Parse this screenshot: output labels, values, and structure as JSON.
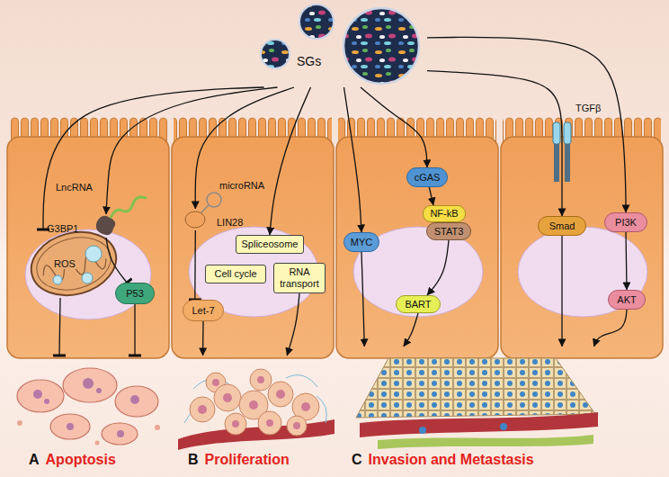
{
  "diagram": {
    "nodes": [
      {
        "text": [
          "SGs"
        ]
      },
      {
        "text": [
          "ROS"
        ]
      },
      {
        "text": [
          "G3BP1"
        ]
      },
      {
        "text": [
          "P53"
        ]
      },
      {
        "text": [
          "LIN28"
        ]
      },
      {
        "text": [
          "Let-7"
        ]
      },
      {
        "text": [
          "Spliceosome"
        ]
      },
      {
        "text": [
          "Cell cycle"
        ]
      },
      {
        "text": [
          "RNA transport"
        ]
      },
      {
        "text": [
          "MYC"
        ]
      },
      {
        "text": [
          "cGAS"
        ]
      },
      {
        "text": [
          "NF-kB"
        ]
      },
      {
        "text": [
          "STAT3"
        ]
      },
      {
        "text": [
          "BART"
        ]
      },
      {
        "text": [
          "Smad"
        ]
      },
      {
        "text": [
          "PI3K"
        ]
      },
      {
        "text": [
          "AKT"
        ]
      },
      {
        "text": [
          "A",
          "Apoptosis"
        ]
      },
      {
        "text": [
          "B",
          "Proliferation"
        ]
      },
      {
        "text": [
          "C",
          "Invasion and Metastasis"
        ]
      }
    ],
    "edges": [
      {
        "from": 0,
        "to": 1,
        "arrow": "to"
      },
      {
        "from": 0,
        "to": 2,
        "arrow": "to"
      },
      {
        "from": 2,
        "to": 3,
        "arrow": "to"
      },
      {
        "from": 1,
        "to": 17,
        "arrow": "to"
      },
      {
        "from": 3,
        "to": 17,
        "arrow": "to"
      },
      {
        "from": 0,
        "to": 4,
        "arrow": "to"
      },
      {
        "from": 4,
        "to": 5,
        "arrow": "to"
      },
      {
        "from": 5,
        "to": 18,
        "arrow": "to"
      },
      {
        "from": 0,
        "to": 6,
        "arrow": "to"
      },
      {
        "from": 8,
        "to": 18,
        "arrow": "to"
      },
      {
        "from": 0,
        "to": 9,
        "arrow": "to"
      },
      {
        "from": 0,
        "to": 10,
        "arrow": "to"
      },
      {
        "from": 10,
        "to": 11,
        "arrow": "to"
      },
      {
        "from": 12,
        "to": 13,
        "arrow": "to"
      },
      {
        "from": 9,
        "to": 19,
        "arrow": "to"
      },
      {
        "from": 13,
        "to": 19,
        "arrow": "to"
      },
      {
        "from": 0,
        "to": 14,
        "arrow": "to"
      },
      {
        "from": 14,
        "to": 19,
        "arrow": "to"
      },
      {
        "from": 0,
        "to": 15,
        "arrow": "to"
      },
      {
        "from": 15,
        "to": 16,
        "arrow": "to"
      },
      {
        "from": 16,
        "to": 19,
        "arrow": "to"
      }
    ],
    "labels": [
      "LncRNA",
      "microRNA",
      "TGFβ"
    ]
  }
}
